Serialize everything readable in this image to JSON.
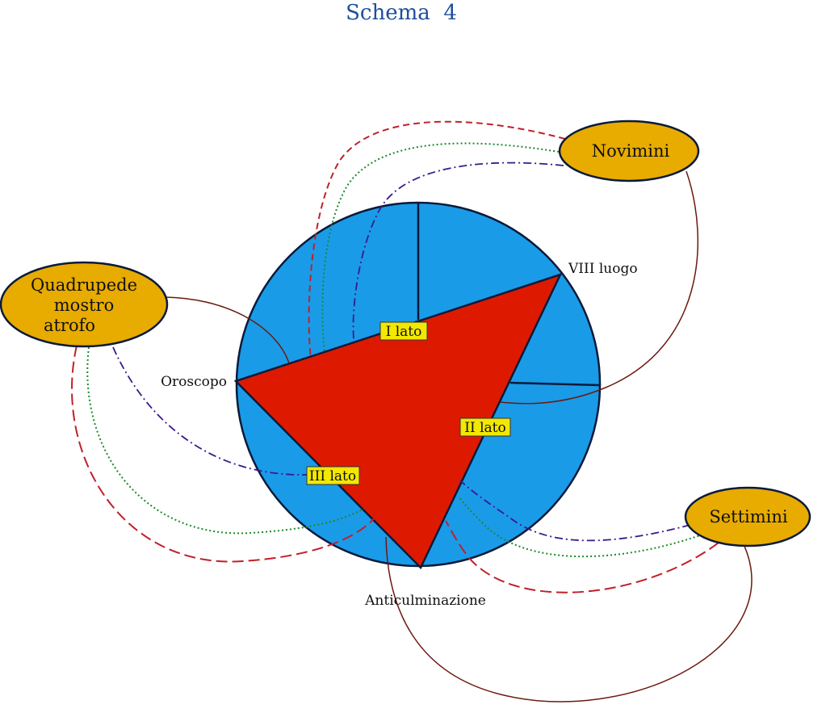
{
  "title": "Schema  4",
  "labels": {
    "oroscopo": "Oroscopo",
    "viii_luogo": "VIII luogo",
    "anticulminazione": "Anticulminazione"
  },
  "sides": {
    "i_lato": "I lato",
    "ii_lato": "II lato",
    "iii_lato": "III lato"
  },
  "nodes": {
    "quadrupede": [
      "Quadrupede",
      "mostro",
      "atrofo"
    ],
    "novimini": "Novimini",
    "settimini": "Settimini"
  },
  "colors": {
    "title": "#1f4e9c",
    "circle_fill": "#1a9be8",
    "triangle_fill": "#dd1a00",
    "ellipse_fill": "#e8ab00",
    "label_box": "#f2e800",
    "solid_link": "#6b1a10",
    "dashed_link": "#c0202a",
    "dotted_link": "#1a8a2a",
    "dashdot_link": "#3a1a8a"
  }
}
